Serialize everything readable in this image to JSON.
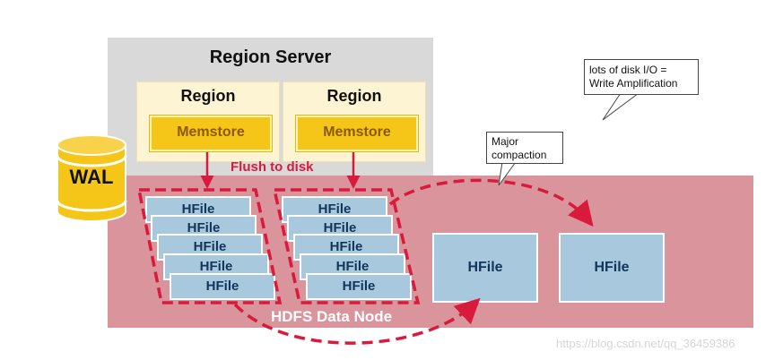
{
  "region_server": {
    "title": "Region Server"
  },
  "regions": [
    {
      "title": "Region",
      "memstore": "Memstore"
    },
    {
      "title": "Region",
      "memstore": "Memstore"
    }
  ],
  "wal": {
    "label": "WAL"
  },
  "flush_label": "Flush to disk",
  "hdfs": {
    "label": "HDFS Data Node"
  },
  "hfile_stacks": [
    [
      "HFile",
      "HFile",
      "HFile",
      "HFile",
      "HFile"
    ],
    [
      "HFile",
      "HFile",
      "HFile",
      "HFile",
      "HFile"
    ]
  ],
  "compacted_hfiles": [
    "HFile",
    "HFile"
  ],
  "callouts": {
    "major_line1": "Major",
    "major_line2": "compaction",
    "io_line1": "lots of disk I/O =",
    "io_line2": "Write Amplification"
  },
  "watermark": "https://blog.csdn.net/qq_36459386",
  "colors": {
    "accent_red": "#d81b3c",
    "memstore_yellow": "#f5c518",
    "hfile_blue": "#a8c8de",
    "hdfs_pink": "#d9959b",
    "server_gray": "#d9d9d9"
  }
}
